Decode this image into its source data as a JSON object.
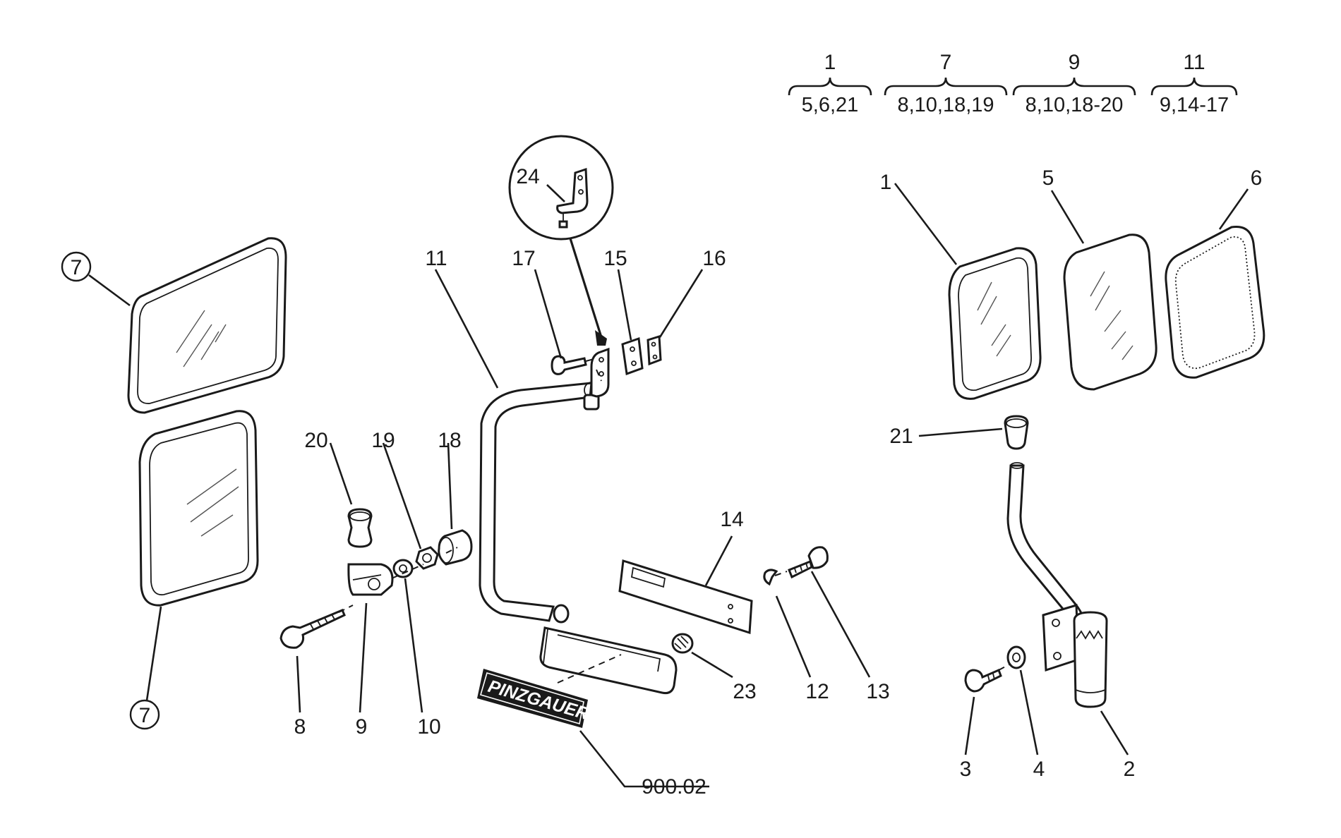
{
  "callouts": {
    "c1": "1",
    "c2": "2",
    "c3": "3",
    "c4": "4",
    "c5": "5",
    "c6": "6",
    "c7a": "7",
    "c7b": "7",
    "c8": "8",
    "c9": "9",
    "c10": "10",
    "c11": "11",
    "c12": "12",
    "c13": "13",
    "c14": "14",
    "c15": "15",
    "c16": "16",
    "c17": "17",
    "c18": "18",
    "c19": "19",
    "c20": "20",
    "c21": "21",
    "c23": "23",
    "c24": "24"
  },
  "groups": [
    {
      "parent": "1",
      "children": "5,6,21"
    },
    {
      "parent": "7",
      "children": "8,10,18,19"
    },
    {
      "parent": "9",
      "children": "8,10,18-20"
    },
    {
      "parent": "11",
      "children": "9,14-17"
    }
  ],
  "decal_text": "PINZGAUER",
  "reference": "900.02"
}
